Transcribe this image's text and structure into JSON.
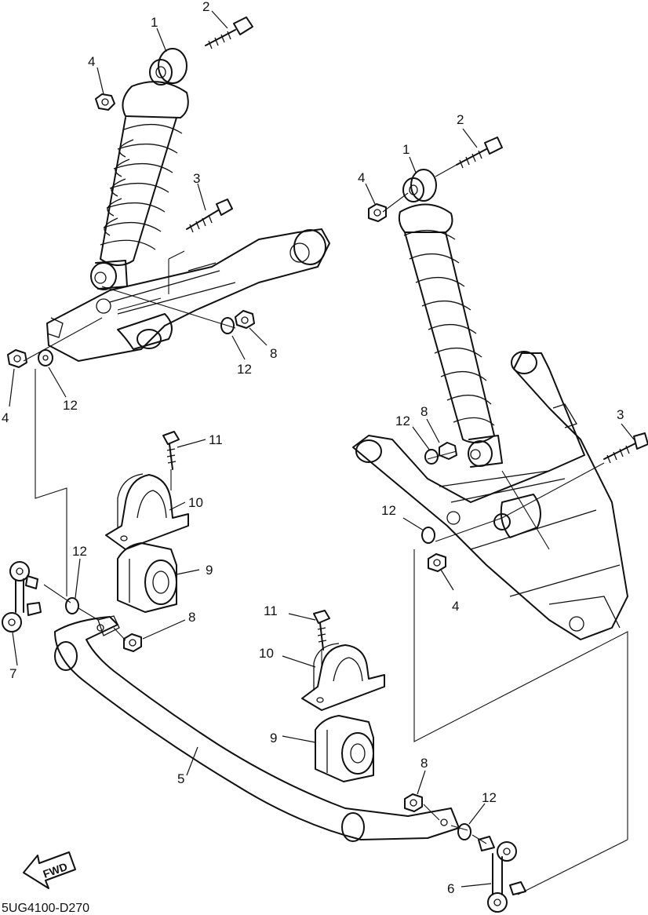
{
  "diagram_code": "5UG4100-D270",
  "fwd_label": "FWD",
  "callouts": {
    "left_shock_1": "1",
    "left_bolt_2": "2",
    "left_bolt_3": "3",
    "left_nut_4_top": "4",
    "left_nut_4_bottom": "4",
    "left_nut_8": "8",
    "left_washer_12_top": "12",
    "left_washer_12_mid": "12",
    "stabilizer_5": "5",
    "right_link_6": "6",
    "left_link_7": "7",
    "left_nut_8_bar": "8",
    "bushing_9_upper": "9",
    "bushing_9_lower": "9",
    "bracket_10_upper": "10",
    "bracket_10_lower": "10",
    "bolt_11_upper": "11",
    "bolt_11_lower": "11",
    "washer_12_left_link": "12",
    "right_shock_1": "1",
    "right_bolt_2": "2",
    "right_bolt_3": "3",
    "right_nut_4_top": "4",
    "right_nut_4_bottom": "4",
    "right_nut_8_top": "8",
    "right_washer_12_top": "12",
    "right_washer_12_mid": "12",
    "right_nut_8_bar": "8",
    "right_washer_12_bar": "12"
  }
}
